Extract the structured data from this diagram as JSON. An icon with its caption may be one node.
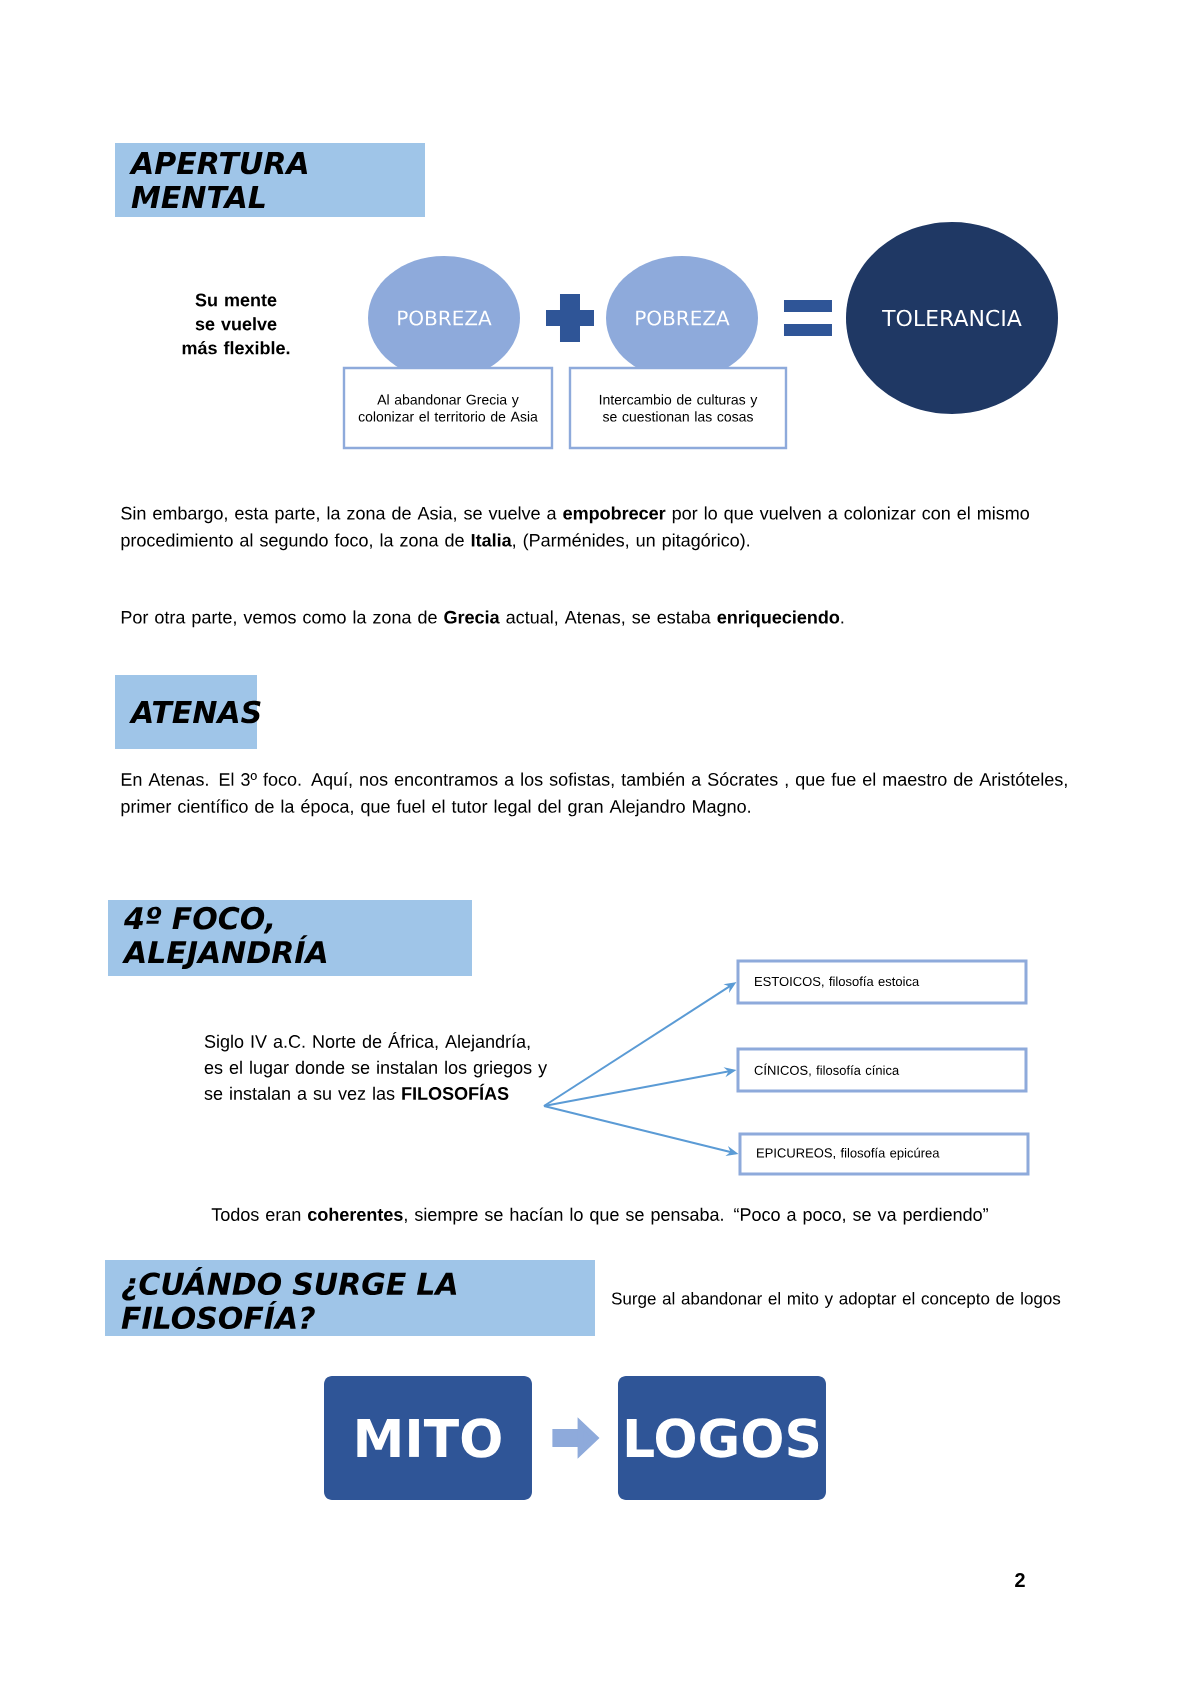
{
  "diagram": {
    "nodes": [
      {
        "text": [
          "APERTURA MENTAL"
        ]
      },
      {
        "text": [
          "POBREZA"
        ]
      },
      {
        "text": [
          "Al abandonar Grecia y colonizar el territorio de Asia"
        ]
      },
      {
        "text": [
          "POBREZA"
        ]
      },
      {
        "text": [
          "Intercambio de culturas y se cuestionan las cosas"
        ]
      },
      {
        "text": [
          "TOLERANCIA"
        ]
      },
      {
        "text": [
          "ATENAS"
        ]
      },
      {
        "text": [
          "4º FOCO, ALEJANDRÍA"
        ]
      },
      {
        "text": [
          "Siglo IV a.C. Norte de África, Alejandría, es el lugar donde se instalan los griegos y se instalan a su vez las **FILOSOFÍAS**"
        ]
      },
      {
        "text": [
          "ESTOICOS, filosofía estoica"
        ]
      },
      {
        "text": [
          "CÍNICOS, filosofía cínica"
        ]
      },
      {
        "text": [
          "EPICUREOS, filosofía epicúrea"
        ]
      },
      {
        "text": [
          "¿CUÁNDO SURGE LA FILOSOFÍA?"
        ]
      },
      {
        "text": [
          "MITO"
        ]
      },
      {
        "text": [
          "LOGOS"
        ]
      }
    ],
    "edges": [
      {
        "from": 8,
        "to": 9,
        "arrow": "to"
      },
      {
        "from": 8,
        "to": 10,
        "arrow": "to"
      },
      {
        "from": 8,
        "to": 11,
        "arrow": "to"
      },
      {
        "from": 13,
        "to": 14,
        "arrow": "to",
        "style": "thick",
        "color": "#8eaadb"
      }
    ],
    "labels": [
      "Su mente se vuelve más flexible.",
      "Sin embargo, esta parte, la zona de Asia, se vuelve a **empobrecer** por lo que vuelven a colonizar con el mismo procedimiento al segundo foco, la zona de **Italia**, (Parménides, un pitagórico).",
      "Por otra parte, vemos como la zona de **Grecia** actual, Atenas, se estaba **enriqueciendo**.",
      "En Atenas. El 3º foco. Aquí, nos encontramos a los sofistas, también a Sócrates , que fue el maestro de Aristóteles, primer científico de la época, que fuel el tutor legal del gran Alejandro Magno.",
      "Todos eran **coherentes**, siempre se hacían lo que se pensaba. “Poco a poco, se va perdiendo”",
      "Surge al abandonar el mito y adoptar el concepto de logos",
      "2"
    ]
  }
}
